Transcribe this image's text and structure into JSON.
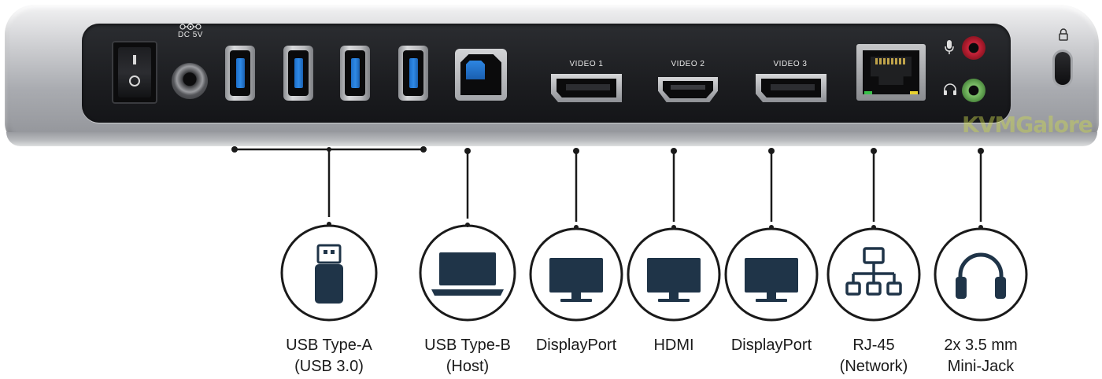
{
  "dock": {
    "dc_label": "DC 5V",
    "video_ports": [
      {
        "label": "VIDEO 1"
      },
      {
        "label": "VIDEO 2"
      },
      {
        "label": "VIDEO 3"
      }
    ],
    "watermark": "KVMGalore"
  },
  "callouts": [
    {
      "line1": "USB Type-A",
      "line2": "(USB 3.0)",
      "icon": "usb-flash-drive-icon"
    },
    {
      "line1": "USB Type-B",
      "line2": "(Host)",
      "icon": "laptop-icon"
    },
    {
      "line1": "DisplayPort",
      "line2": "",
      "icon": "monitor-icon"
    },
    {
      "line1": "HDMI",
      "line2": "",
      "icon": "monitor-icon"
    },
    {
      "line1": "DisplayPort",
      "line2": "",
      "icon": "monitor-icon"
    },
    {
      "line1": "RJ-45",
      "line2": "(Network)",
      "icon": "network-icon"
    },
    {
      "line1": "2x 3.5 mm",
      "line2": "Mini-Jack",
      "icon": "headphones-icon"
    }
  ],
  "colors": {
    "callout_navy": "#1f3448",
    "usb_blue": "#2f8ae6",
    "audio_red": "#c8243a",
    "audio_green": "#7ec06a"
  }
}
